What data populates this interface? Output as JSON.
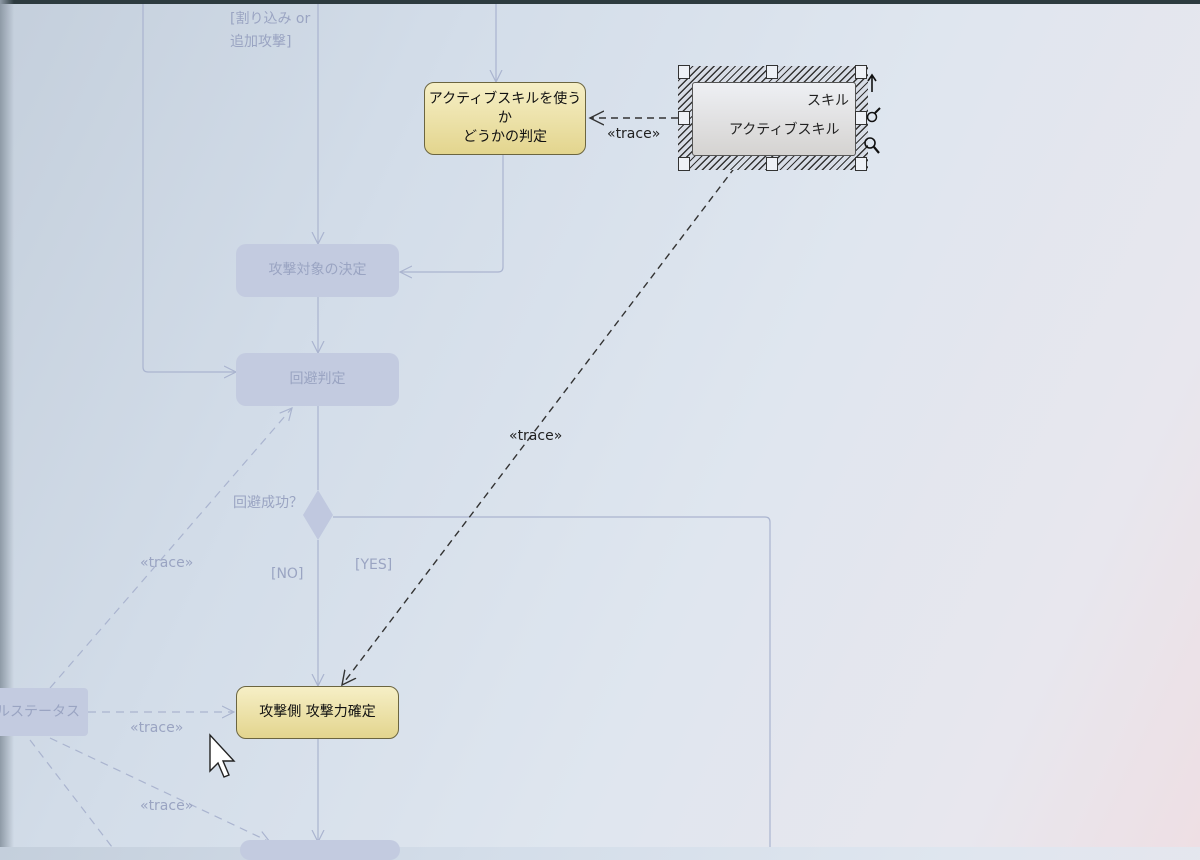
{
  "diagram": {
    "guard_interrupt": [
      "[割り込み or",
      "追加攻撃]"
    ],
    "nodes": {
      "active_skill_judge": [
        "アクティブスキルを使うか",
        "どうかの判定"
      ],
      "target_decision": "攻撃対象の決定",
      "evasion_judge": "回避判定",
      "attack_power": "攻撃側 攻撃力確定",
      "status": "ルステータス"
    },
    "artifact": {
      "stereotype": "スキル",
      "name": "アクティブスキル"
    },
    "decision_label": "回避成功？",
    "guard_no": "[NO]",
    "guard_yes": "[YES]",
    "trace_labels": [
      "«trace»",
      "«trace»",
      "«trace»",
      "«trace»",
      "«trace»"
    ]
  },
  "colors": {
    "active_fill": "#eadf9f",
    "faded_fill": "#c3cbe0",
    "faded_line": "#aab4cf"
  }
}
